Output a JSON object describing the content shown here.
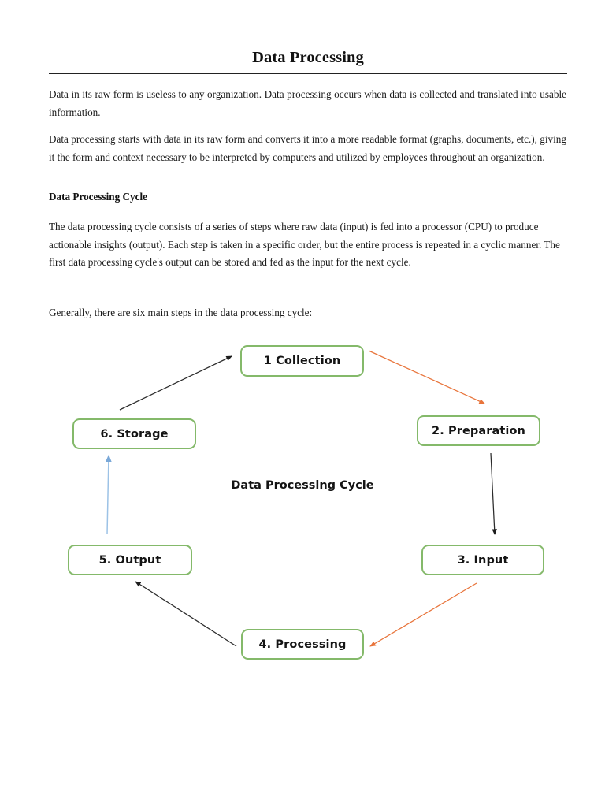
{
  "document": {
    "title": "Data Processing",
    "paragraphs": {
      "intro": "Data in its raw form is useless to any organization. Data processing occurs when data is collected and translated into usable information.",
      "starts": "Data processing starts with data in its raw form and converts it into a more readable format (graphs, documents, etc.), giving it the form and context necessary to be interpreted by computers and utilized by employees throughout an organization.",
      "cycle_description": "The data processing cycle consists of a series of steps where raw data (input) is fed into a processor (CPU) to produce actionable insights (output). Each step is taken in a specific order, but the entire process is repeated in a cyclic manner. The first data processing cycle's output can be stored and fed as the input for the next cycle.",
      "lead_in": "Generally, there are six main steps in the data processing cycle:"
    },
    "headings": {
      "cycle": "Data Processing Cycle"
    }
  },
  "diagram": {
    "center_label": "Data Processing Cycle",
    "node_border_color": "#84b96a",
    "arrow_colors": {
      "orange": "#e8743b",
      "dark": "#2b2b2b",
      "blue": "#8cb4dd"
    },
    "nodes": [
      {
        "id": "collection",
        "label": "1 Collection"
      },
      {
        "id": "preparation",
        "label": "2. Preparation"
      },
      {
        "id": "input",
        "label": "3. Input"
      },
      {
        "id": "processing",
        "label": "4. Processing"
      },
      {
        "id": "output",
        "label": "5. Output"
      },
      {
        "id": "storage",
        "label": "6. Storage"
      }
    ],
    "edges": [
      {
        "from": "collection",
        "to": "preparation",
        "color": "orange"
      },
      {
        "from": "preparation",
        "to": "input",
        "color": "dark"
      },
      {
        "from": "input",
        "to": "processing",
        "color": "orange"
      },
      {
        "from": "processing",
        "to": "output",
        "color": "dark"
      },
      {
        "from": "output",
        "to": "storage",
        "color": "blue"
      },
      {
        "from": "storage",
        "to": "collection",
        "color": "dark"
      }
    ]
  }
}
